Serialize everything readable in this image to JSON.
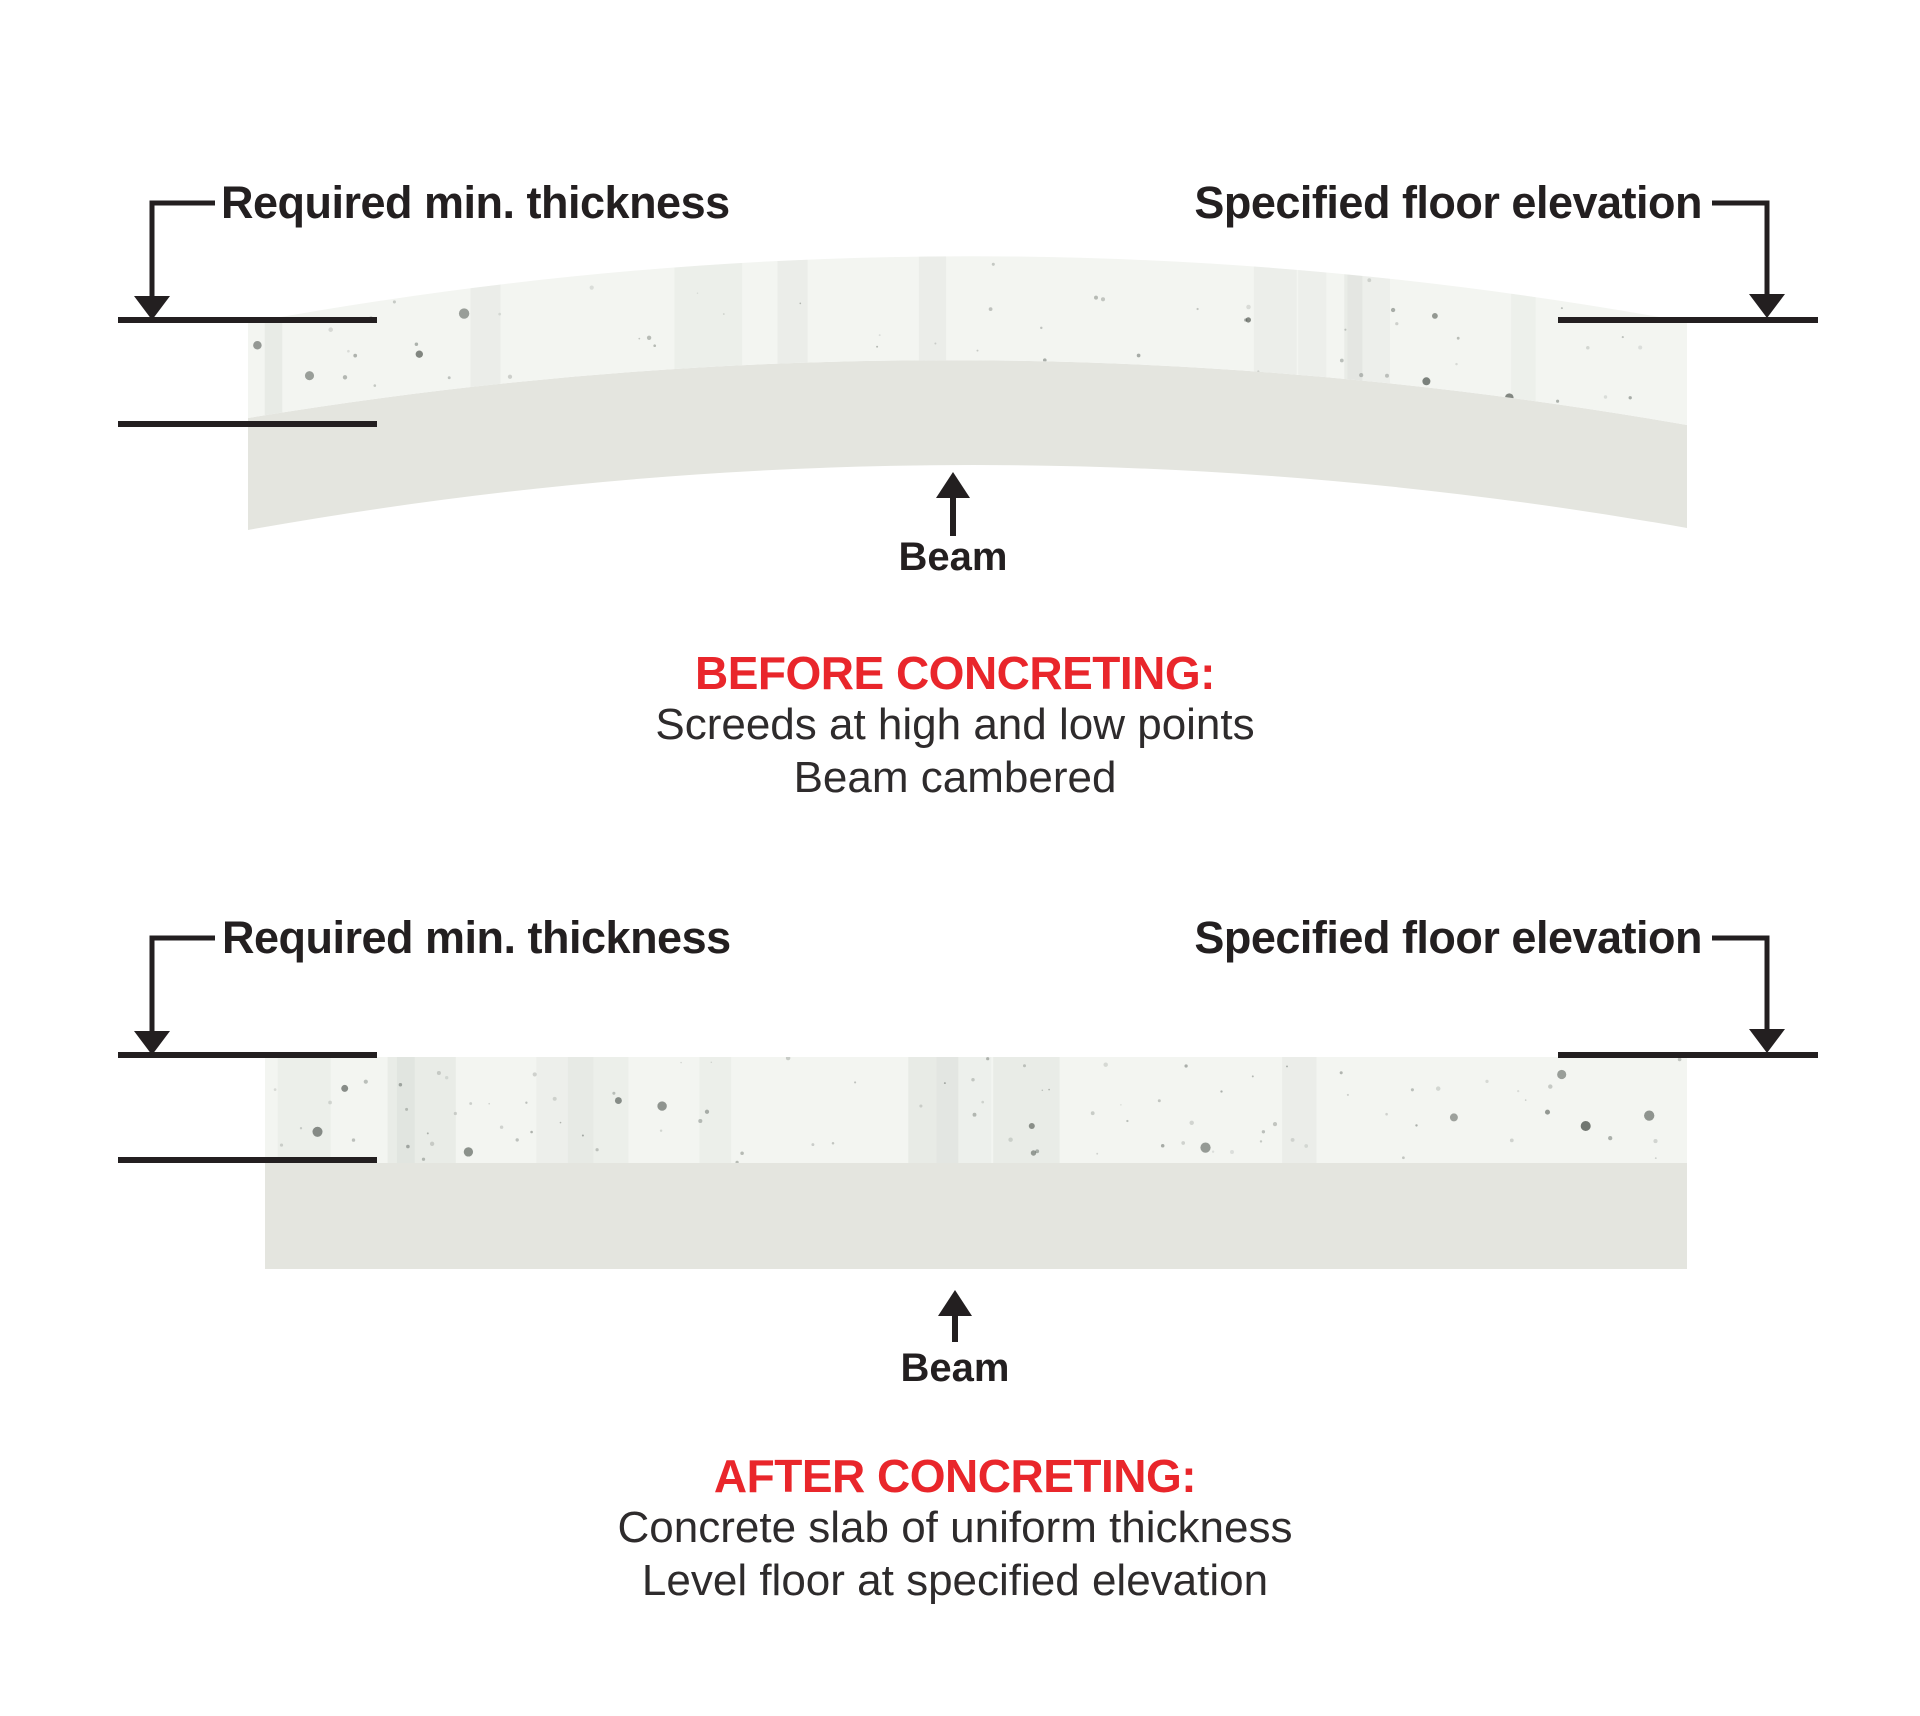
{
  "colors": {
    "ink": "#231f20",
    "accent_red": "#e9262b",
    "slab_fill": "#f3f5f1",
    "beam_fill": "#e4e5df",
    "speckle_dark": "#434a44",
    "speckle_mid": "#5a615b",
    "streak": "#9aa39b",
    "background": "#ffffff"
  },
  "before": {
    "label_min_thickness": "Required min. thickness",
    "label_floor_elevation": "Specified floor elevation",
    "label_beam": "Beam",
    "caption_title": "BEFORE CONCRETING:",
    "caption_line1": "Screeds at high and low points",
    "caption_line2": "Beam cambered"
  },
  "after": {
    "label_min_thickness": "Required min. thickness",
    "label_floor_elevation": "Specified floor elevation",
    "label_beam": "Beam",
    "caption_title": "AFTER CONCRETING:",
    "caption_line1": "Concrete slab of uniform thickness",
    "caption_line2": "Level floor at specified elevation"
  }
}
